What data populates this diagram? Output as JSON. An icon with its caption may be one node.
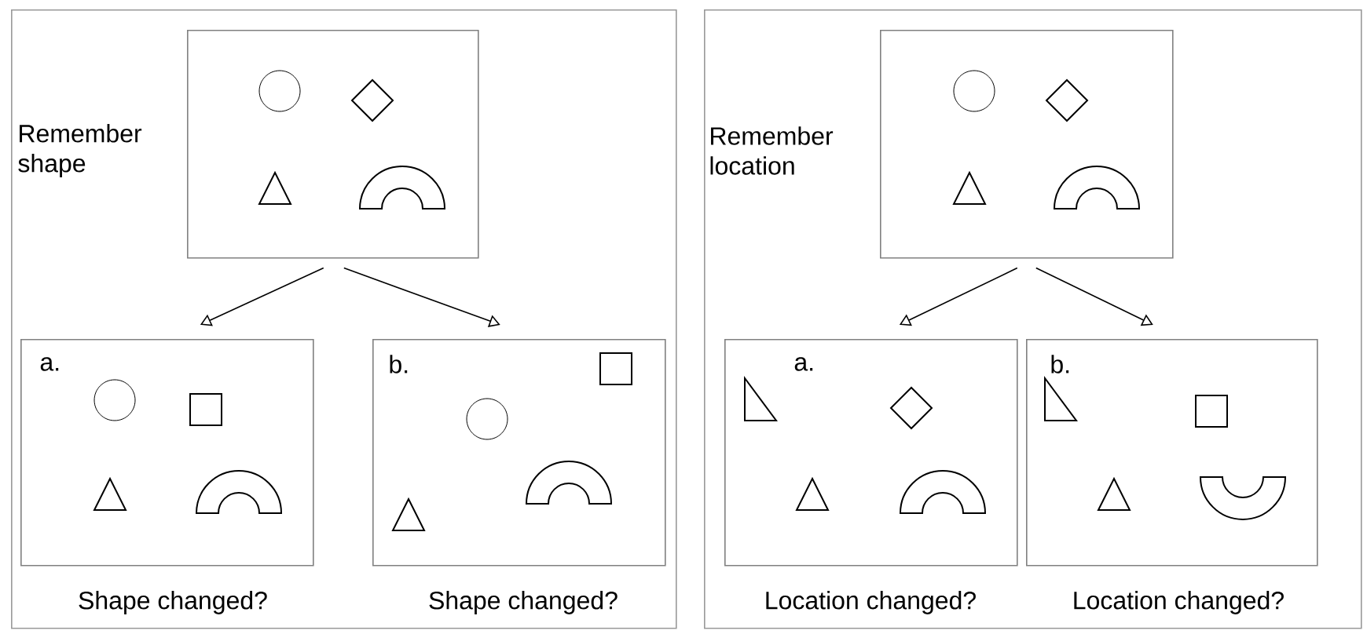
{
  "diagram": {
    "nodes": [
      {
        "text": [],
        "shape": "box"
      },
      {
        "text": [
          "Remember shape"
        ],
        "in": 0
      },
      {
        "text": [
          "a."
        ],
        "beside": [
          "Shape changed?"
        ],
        "in": 0
      },
      {
        "text": [
          "b."
        ],
        "beside": [
          "Shape changed?"
        ],
        "in": 0
      },
      {
        "text": [],
        "shape": "box"
      },
      {
        "text": [
          "Remember location"
        ],
        "in": 4
      },
      {
        "text": [
          "a."
        ],
        "beside": [
          "Location changed?"
        ],
        "in": 4
      },
      {
        "text": [
          "b."
        ],
        "beside": [
          "Location changed?"
        ],
        "in": 4
      }
    ],
    "edges": [
      {
        "from": 1,
        "to": 2,
        "arrow": "to"
      },
      {
        "from": 1,
        "to": 3,
        "arrow": "to"
      },
      {
        "from": 5,
        "to": 6,
        "arrow": "to"
      },
      {
        "from": 5,
        "to": 7,
        "arrow": "to"
      }
    ]
  }
}
